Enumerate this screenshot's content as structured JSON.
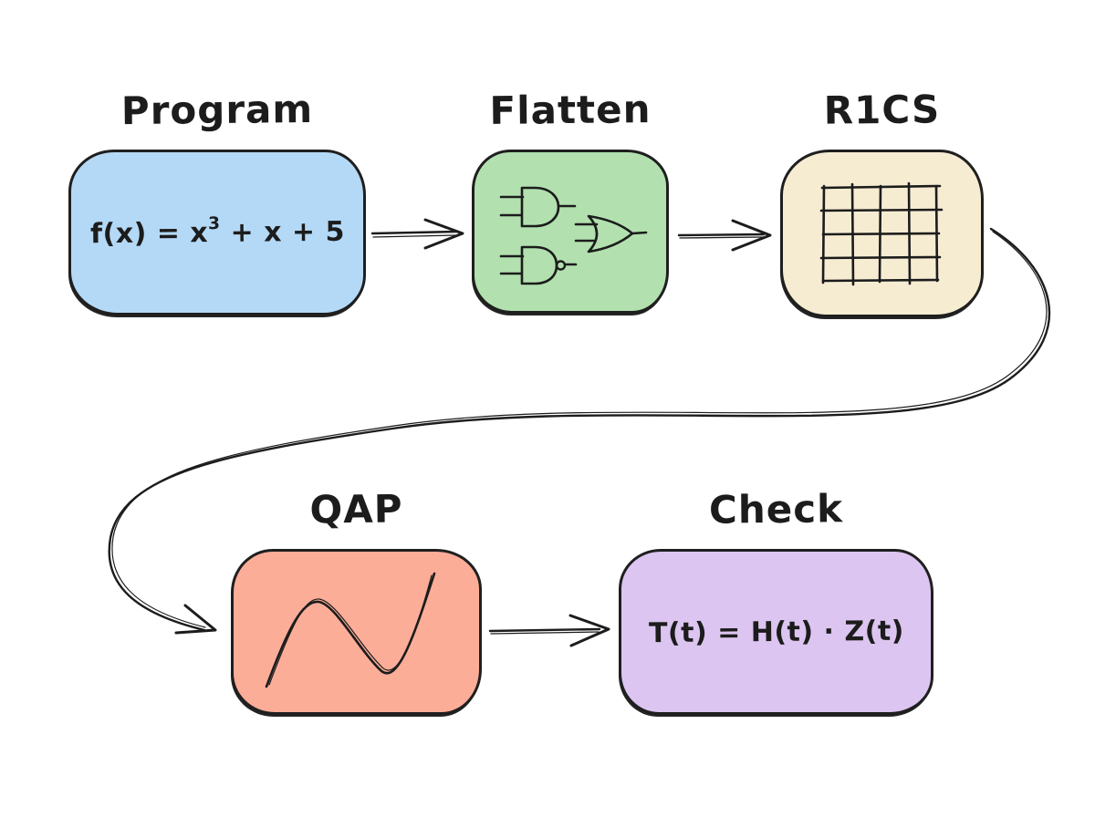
{
  "diagram": {
    "background": "#FFFFFF",
    "ink_color": "#1C1C1C",
    "nodes": [
      {
        "id": "program",
        "label": "Program",
        "fill": "#B4D9F6",
        "formula": {
          "pre": "f(x) = x",
          "sup": "3",
          "post": " + x + 5"
        }
      },
      {
        "id": "flatten",
        "label": "Flatten",
        "fill": "#B2E1AF",
        "icons": [
          "and-gate-icon",
          "or-gate-icon",
          "nand-gate-icon"
        ]
      },
      {
        "id": "r1cs",
        "label": "R1CS",
        "fill": "#F5ECD2",
        "icons": [
          "matrix-grid-icon"
        ],
        "grid_cells": "4x4"
      },
      {
        "id": "qap",
        "label": "QAP",
        "fill": "#FCAD98",
        "icons": [
          "polynomial-curve-icon"
        ]
      },
      {
        "id": "check",
        "label": "Check",
        "fill": "#DCC5F0",
        "formula": {
          "text": "T(t) = H(t) · Z(t)"
        }
      }
    ],
    "edges": [
      {
        "from": "Program",
        "to": "Flatten",
        "style": "double-line-arrow"
      },
      {
        "from": "Flatten",
        "to": "R1CS",
        "style": "double-line-arrow"
      },
      {
        "from": "R1CS",
        "to": "QAP",
        "style": "s-curve-arrow"
      },
      {
        "from": "QAP",
        "to": "Check",
        "style": "double-line-arrow"
      }
    ]
  }
}
